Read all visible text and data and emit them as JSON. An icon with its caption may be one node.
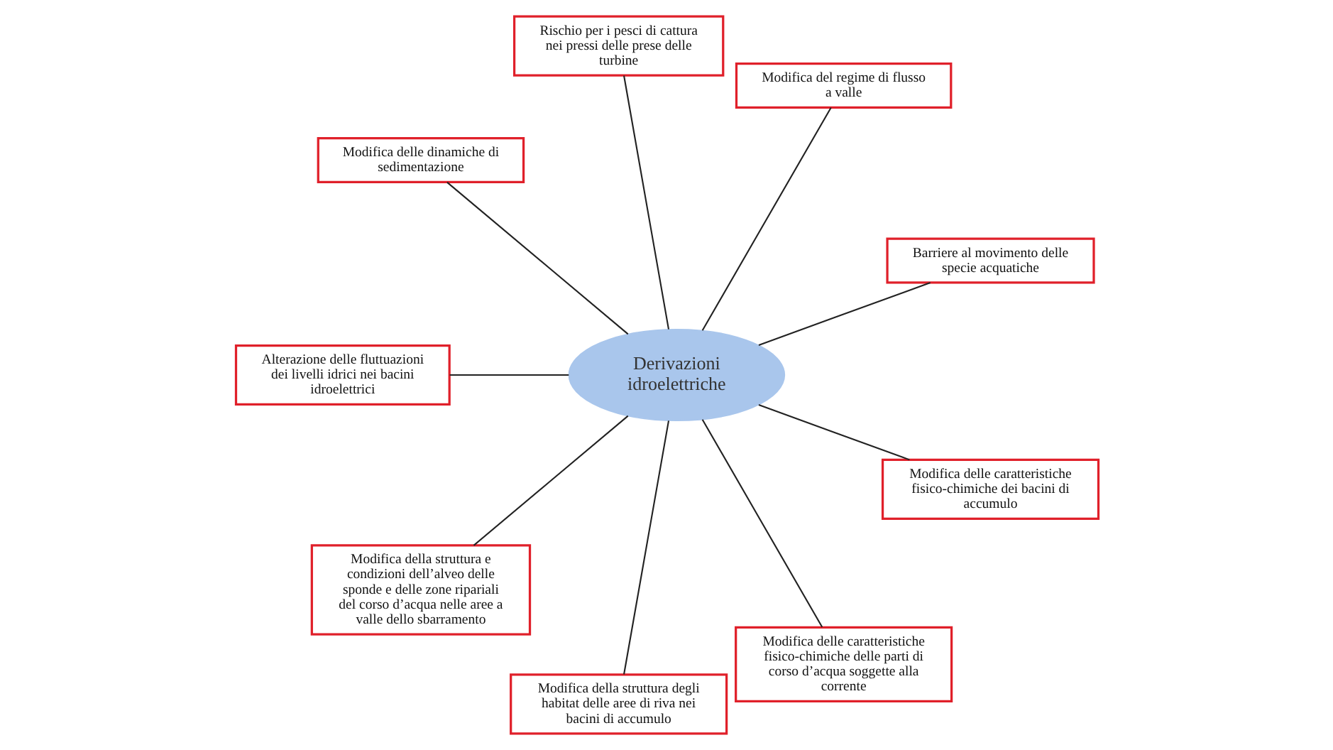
{
  "diagram": {
    "nodes": [
      {
        "text": [
          "Derivazioni idroelettriche"
        ]
      },
      {
        "text": [
          "Barriere al movimento delle specie acquatiche"
        ]
      },
      {
        "text": [
          "Modifica del regime di flusso a valle"
        ]
      },
      {
        "text": [
          "Rischio per i pesci di cattura nei pressi delle prese delle turbine"
        ]
      },
      {
        "text": [
          "Modifica delle dinamiche di sedimentazione"
        ]
      },
      {
        "text": [
          "Alterazione delle fluttuazioni dei livelli idrici nei bacini idroelettrici"
        ]
      },
      {
        "text": [
          "Modifica della struttura e condizioni dell’alveo delle sponde e delle zone ripariali del corso d’acqua nelle aree a valle dello sbarramento"
        ]
      },
      {
        "text": [
          "Modifica della struttura degli habitat delle aree di riva nei bacini di accumulo"
        ]
      },
      {
        "text": [
          "Modifica delle caratteristiche fisico-chimiche delle parti di corso d’acqua soggette alla corrente"
        ]
      },
      {
        "text": [
          "Modifica delle caratteristiche fisico-chimiche dei bacini di accumulo"
        ]
      }
    ],
    "edges": [
      {
        "from": 0,
        "to": 1,
        "arrow": "none"
      },
      {
        "from": 0,
        "to": 2,
        "arrow": "none"
      },
      {
        "from": 0,
        "to": 3,
        "arrow": "none"
      },
      {
        "from": 0,
        "to": 4,
        "arrow": "none"
      },
      {
        "from": 0,
        "to": 5,
        "arrow": "none"
      },
      {
        "from": 0,
        "to": 6,
        "arrow": "none"
      },
      {
        "from": 0,
        "to": 7,
        "arrow": "none"
      },
      {
        "from": 0,
        "to": 8,
        "arrow": "none"
      },
      {
        "from": 0,
        "to": 9,
        "arrow": "none"
      }
    ]
  }
}
